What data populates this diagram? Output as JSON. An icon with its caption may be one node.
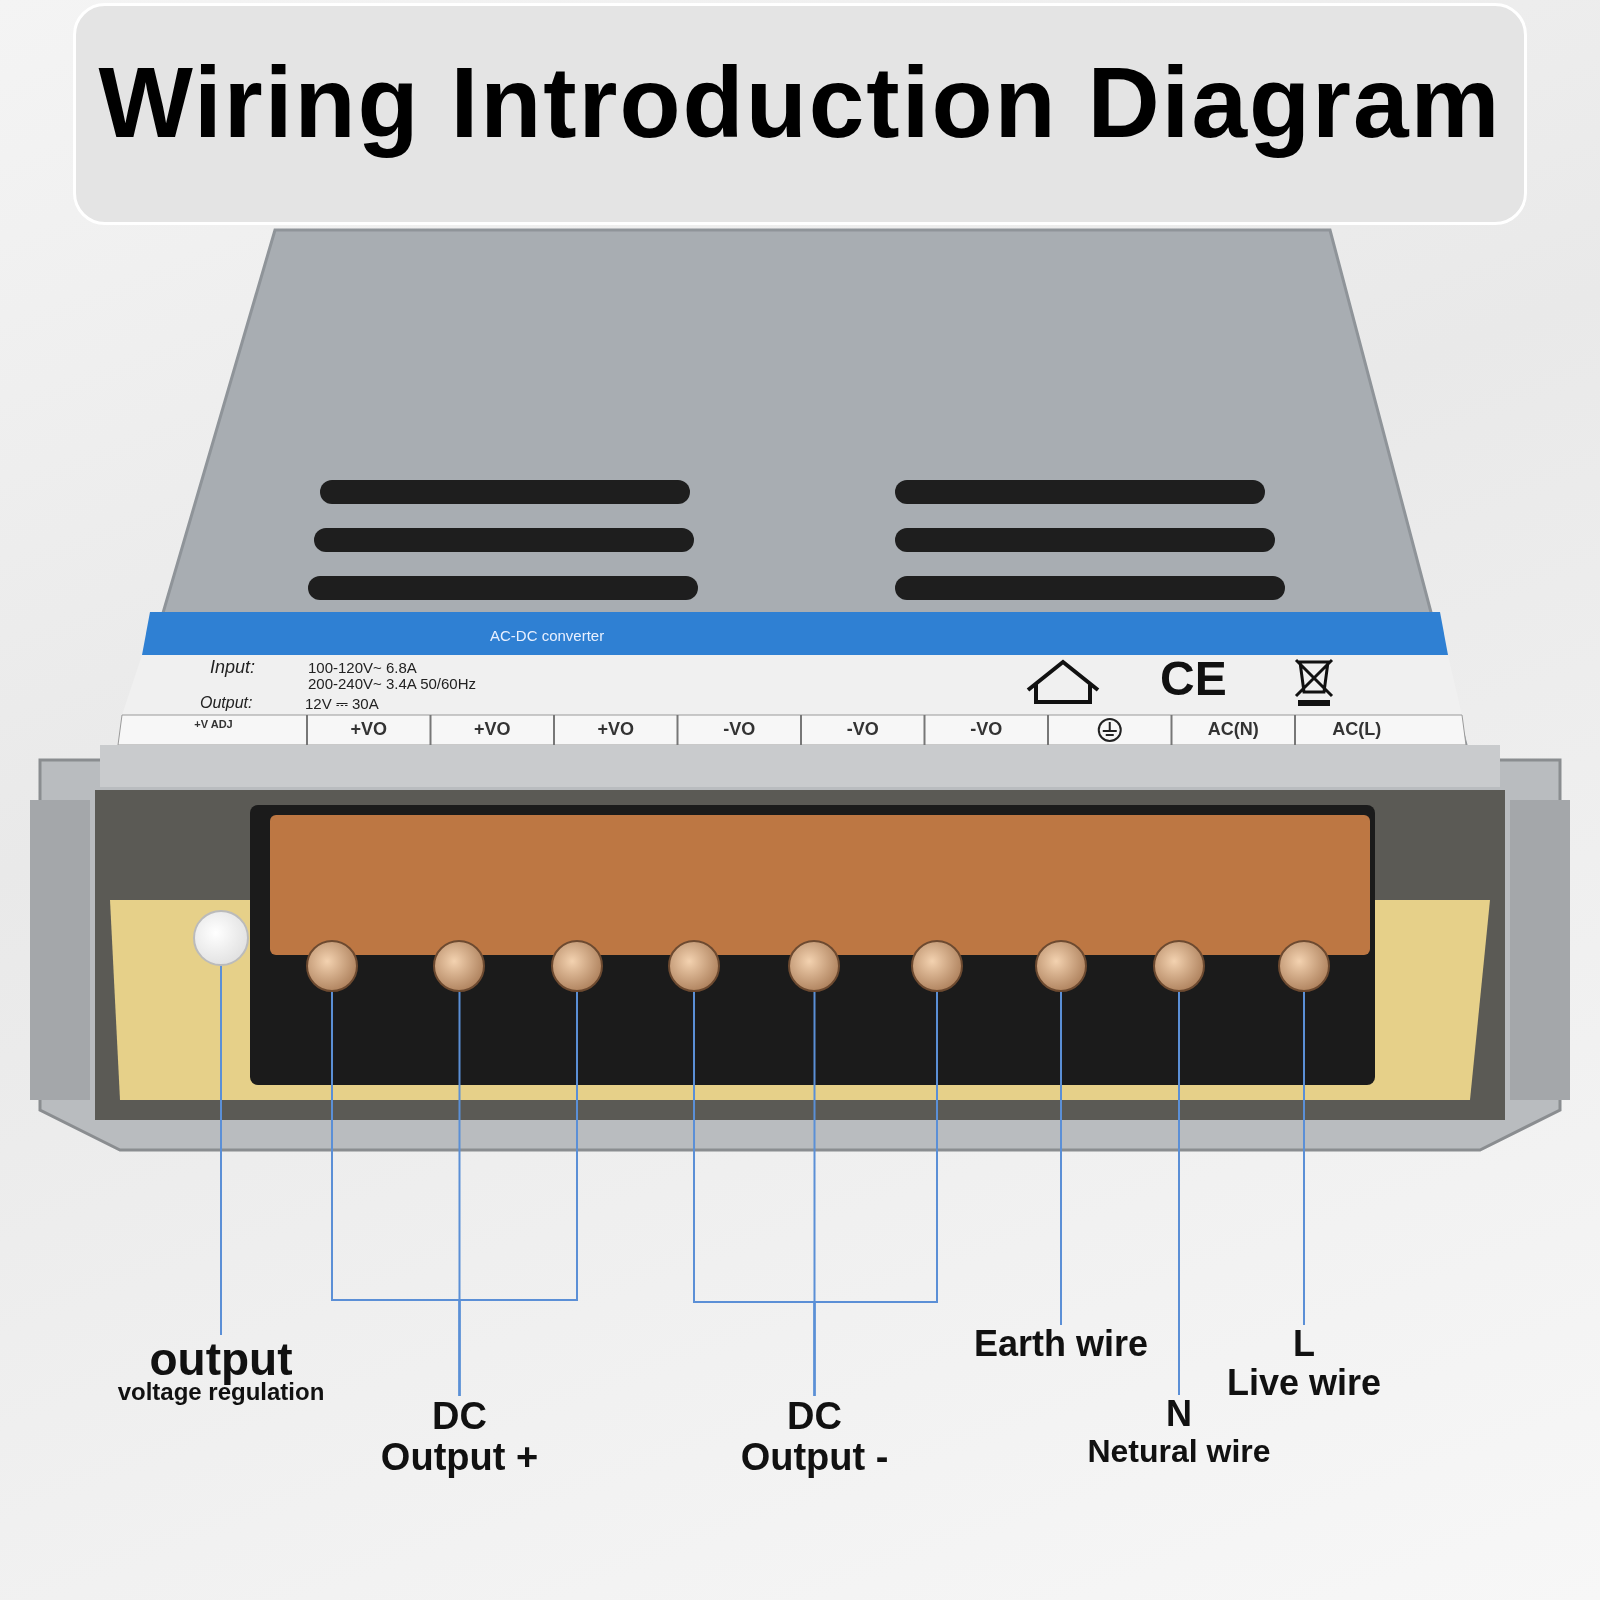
{
  "diagram": {
    "title": "Wiring Introduction Diagram",
    "nodes": [
      {
        "text": [],
        "shape": "circle"
      },
      {
        "text": [],
        "shape": "circle"
      },
      {
        "text": [],
        "shape": "circle"
      },
      {
        "text": [],
        "shape": "circle"
      },
      {
        "text": [],
        "shape": "circle"
      },
      {
        "text": [],
        "shape": "circle"
      },
      {
        "text": [],
        "shape": "circle"
      },
      {
        "text": [],
        "shape": "circle"
      },
      {
        "text": [],
        "shape": "circle"
      },
      {
        "text": [],
        "shape": "circle"
      },
      {
        "text": [
          "output",
          "voltage regulation"
        ]
      },
      {
        "text": [
          "DC Output +"
        ]
      },
      {
        "text": [
          "DC Output -"
        ]
      },
      {
        "text": [
          "Earth wire"
        ]
      },
      {
        "text": [
          "L",
          "Live wire"
        ]
      },
      {
        "text": [
          "N",
          "Netural wire"
        ]
      }
    ],
    "edges": [
      {
        "from": 10,
        "to": 0,
        "arrow": "none"
      },
      {
        "from": 11,
        "to": 1,
        "arrow": "none"
      },
      {
        "from": 11,
        "to": 2,
        "arrow": "none"
      },
      {
        "from": 11,
        "to": 3,
        "arrow": "none"
      },
      {
        "from": 12,
        "to": 4,
        "arrow": "none"
      },
      {
        "from": 12,
        "to": 5,
        "arrow": "none"
      },
      {
        "from": 12,
        "to": 6,
        "arrow": "none"
      },
      {
        "from": 13,
        "to": 7,
        "arrow": "none"
      },
      {
        "from": 15,
        "to": 8,
        "arrow": "none"
      },
      {
        "from": 14,
        "to": 9,
        "arrow": "none"
      }
    ],
    "labels": [
      "AC-DC converter",
      "Input:",
      "100-120V~ 6.8A",
      "200-240V~ 3.4A 50/60Hz",
      "Output:",
      "12V ⎓ 30A",
      "CE",
      "+V ADJ",
      "+VO",
      "+VO",
      "+VO",
      "-VO",
      "-VO",
      "-VO",
      "AC(N)",
      "AC(L)"
    ]
  }
}
